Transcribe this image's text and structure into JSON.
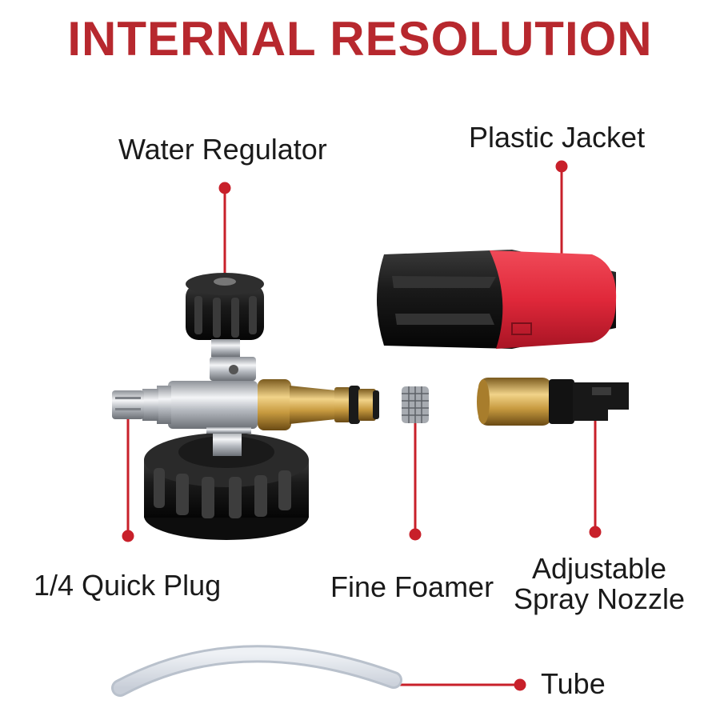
{
  "title": "INTERNAL RESOLUTION",
  "labels": {
    "water_regulator": "Water Regulator",
    "plastic_jacket": "Plastic Jacket",
    "quick_plug": "1/4 Quick Plug",
    "fine_foamer": "Fine Foamer",
    "spray_nozzle_line1": "Adjustable",
    "spray_nozzle_line2": "Spray Nozzle",
    "tube": "Tube"
  },
  "colors": {
    "title": "#b7282e",
    "leader": "#c8202a",
    "jacket_red": "#e0283a",
    "jacket_black": "#141414",
    "brass": "#c79a3f",
    "chrome": "#c9ccd1"
  }
}
